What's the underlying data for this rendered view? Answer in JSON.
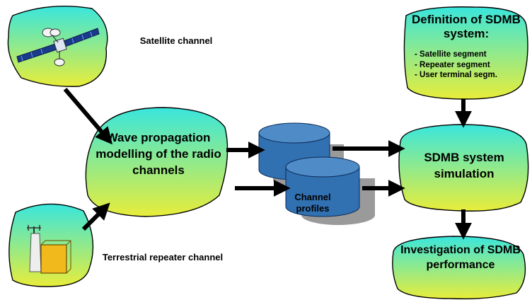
{
  "labels": {
    "satellite_channel": "Satellite channel",
    "terrestrial_channel": "Terrestrial repeater channel",
    "wave_propagation": "Wave propagation modelling of the radio channels",
    "channel_profiles": "Channel profiles",
    "sdmb_simulation": "SDMB system simulation",
    "investigation": "Investigation of SDMB performance"
  },
  "definition": {
    "title": "Definition of SDMB system:",
    "items": [
      "- Satellite segment",
      "- Repeater segment",
      "- User terminal segm."
    ]
  },
  "colors": {
    "blob_top": "#39e6dd",
    "blob_bottom": "#e8ed3a",
    "cylinder": "#3170b1",
    "cylinder_top": "#4f8bc7",
    "shadow": "#9a9a9a",
    "arrow": "#000000",
    "box": "#f2b91c"
  }
}
